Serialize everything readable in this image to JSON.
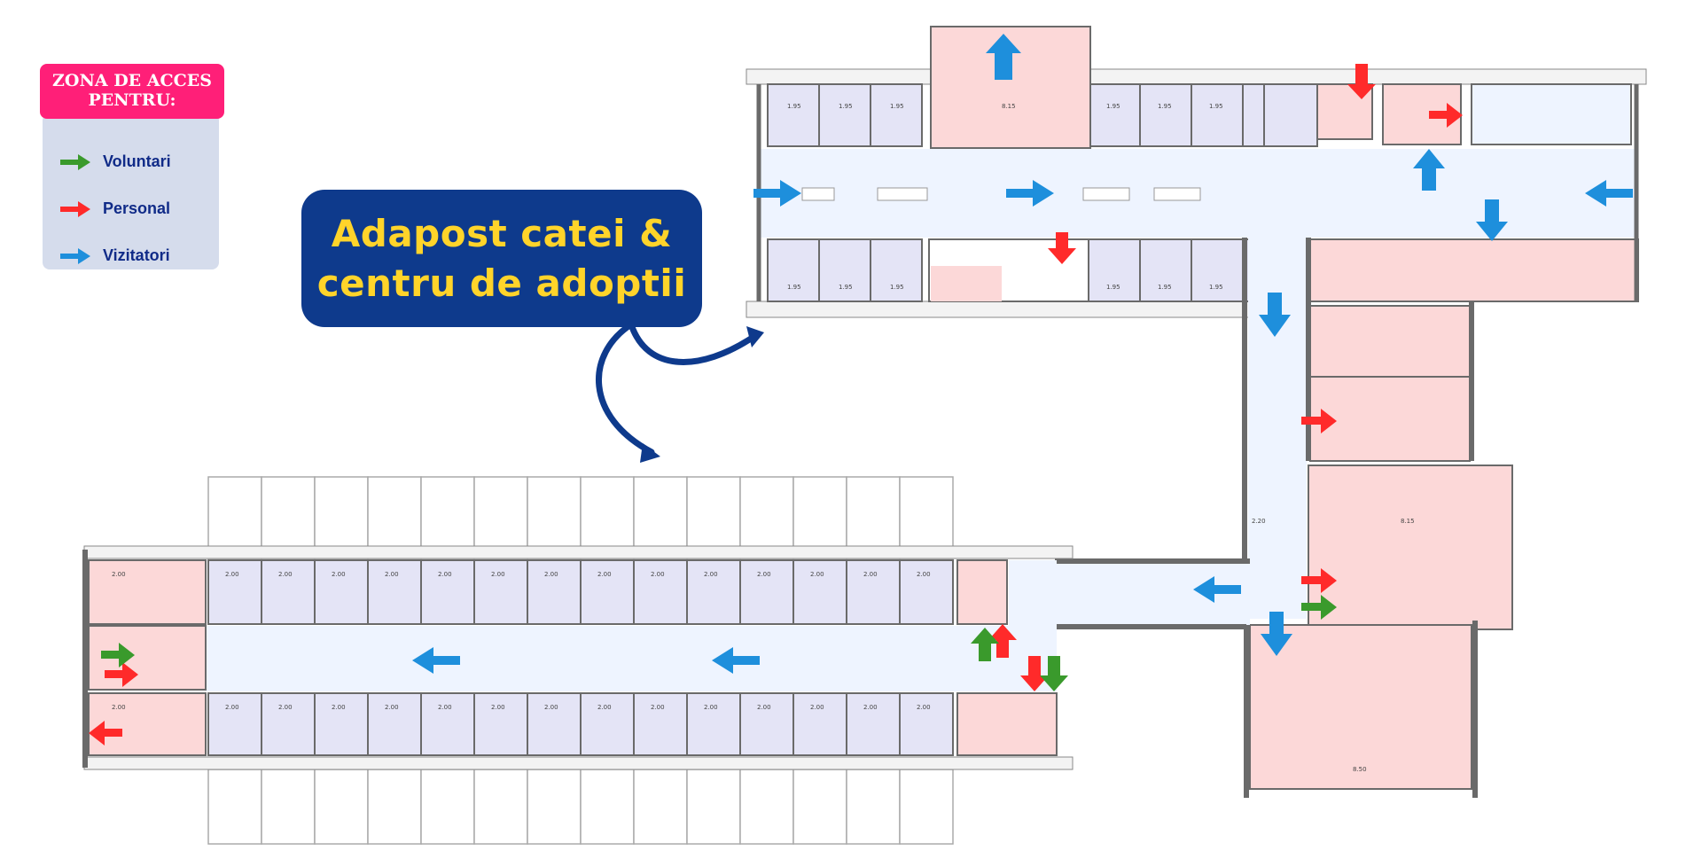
{
  "legend": {
    "title": "ZONA DE ACCES PENTRU:",
    "items": [
      {
        "label": "Voluntari",
        "color": "#3a9a2c"
      },
      {
        "label": "Personal",
        "color": "#ff2a2a"
      },
      {
        "label": "Vizitatori",
        "color": "#1e8fdc"
      }
    ]
  },
  "title": {
    "line1": "Adapost catei &",
    "line2": "centru de adoptii"
  },
  "colors": {
    "corridor": "#eef4ff",
    "kennel": "#e4e4f6",
    "staff_room": "#fcd8d8",
    "wall": "#6a6a6a",
    "badge": "#0e3a8c",
    "badge_text": "#ffd42a"
  },
  "dimensions": {
    "kennel_width": "1.95",
    "hall_width": "8.15",
    "kennel_wing_width": "2.00",
    "corridor_width": "2.20",
    "hall_length": "8.50"
  }
}
